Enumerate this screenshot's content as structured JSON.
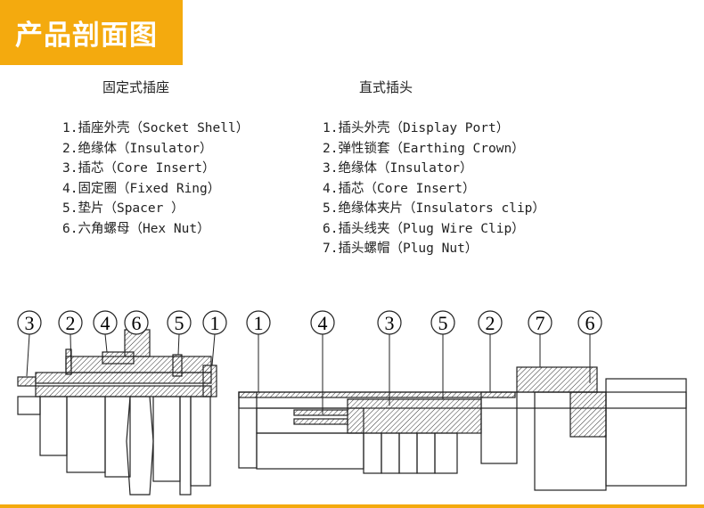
{
  "header": {
    "title": "产品剖面图"
  },
  "socket": {
    "title": "固定式插座",
    "items": [
      "1.插座外壳（Socket Shell）",
      "2.绝缘体（Insulator）",
      "3.插芯（Core Insert）",
      "4.固定圈（Fixed Ring）",
      "5.垫片（Spacer ）",
      "6.六角螺母（Hex Nut）"
    ],
    "callouts": [
      "3",
      "2",
      "4",
      "6",
      "5",
      "1"
    ]
  },
  "plug": {
    "title": "直式插头",
    "items": [
      "1.插头外壳（Display Port）",
      "2.弹性锁套（Earthing Crown）",
      "3.绝缘体（Insulator）",
      "4.插芯（Core Insert）",
      "5.绝缘体夹片（Insulators clip）",
      "6.插头线夹（Plug Wire Clip）",
      "7.插头螺帽（Plug Nut）"
    ],
    "callouts": [
      "1",
      "4",
      "3",
      "5",
      "2",
      "7",
      "6"
    ]
  },
  "colors": {
    "accent": "#F4AA0E"
  }
}
